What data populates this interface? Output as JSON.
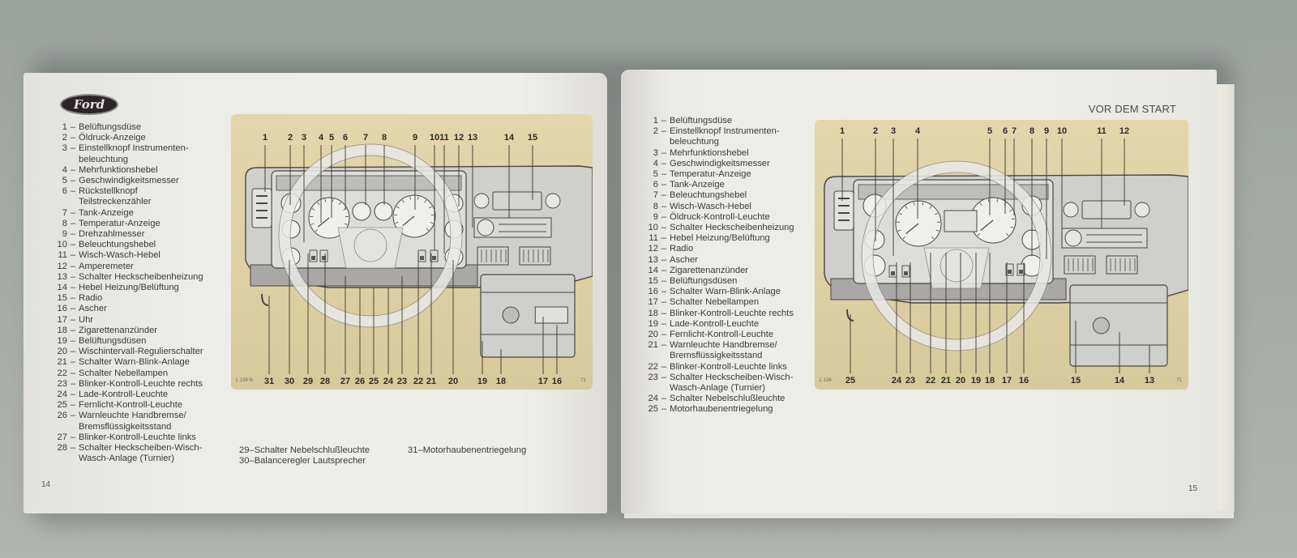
{
  "document": {
    "type": "Ford owner's manual, open spread",
    "left_page": {
      "logo_text": "Ford",
      "page_number": "14",
      "diagram_code": "L 139 N",
      "diagram_corner_mark": "71",
      "callouts_top": [
        "1",
        "2",
        "3",
        "4",
        "5",
        "6",
        "7",
        "8",
        "9",
        "10",
        "11",
        "12",
        "13",
        "14",
        "15"
      ],
      "callouts_bottom": [
        "31",
        "30",
        "29",
        "28",
        "27",
        "26",
        "25",
        "24",
        "23",
        "22",
        "21",
        "20",
        "19",
        "18",
        "17",
        "16"
      ],
      "legend": [
        {
          "num": "1",
          "text": "Belüftungsdüse"
        },
        {
          "num": "2",
          "text": "Öldruck-Anzeige"
        },
        {
          "num": "3",
          "text": "Einstellknopf Instrumenten-\nbeleuchtung"
        },
        {
          "num": "4",
          "text": "Mehrfunktionshebel"
        },
        {
          "num": "5",
          "text": "Geschwindigkeitsmesser"
        },
        {
          "num": "6",
          "text": "Rückstellknopf\nTeilstreckenzähler"
        },
        {
          "num": "7",
          "text": "Tank-Anzeige"
        },
        {
          "num": "8",
          "text": "Temperatur-Anzeige"
        },
        {
          "num": "9",
          "text": "Drehzahlmesser"
        },
        {
          "num": "10",
          "text": "Beleuchtungshebel"
        },
        {
          "num": "11",
          "text": "Wisch-Wasch-Hebel"
        },
        {
          "num": "12",
          "text": "Amperemeter"
        },
        {
          "num": "13",
          "text": "Schalter Heckscheibenheizung"
        },
        {
          "num": "14",
          "text": "Hebel Heizung/Belüftung"
        },
        {
          "num": "15",
          "text": "Radio"
        },
        {
          "num": "16",
          "text": "Ascher"
        },
        {
          "num": "17",
          "text": "Uhr"
        },
        {
          "num": "18",
          "text": "Zigarettenanzünder"
        },
        {
          "num": "19",
          "text": "Belüftungsdüsen"
        },
        {
          "num": "20",
          "text": "Wischintervall-Regulierschalter"
        },
        {
          "num": "21",
          "text": "Schalter Warn-Blink-Anlage"
        },
        {
          "num": "22",
          "text": "Schalter Nebellampen"
        },
        {
          "num": "23",
          "text": "Blinker-Kontroll-Leuchte rechts"
        },
        {
          "num": "24",
          "text": "Lade-Kontroll-Leuchte"
        },
        {
          "num": "25",
          "text": "Fernlicht-Kontroll-Leuchte"
        },
        {
          "num": "26",
          "text": "Warnleuchte Handbremse/\nBremsflüssigkeitsstand"
        },
        {
          "num": "27",
          "text": "Blinker-Kontroll-Leuchte links"
        },
        {
          "num": "28",
          "text": "Schalter Heckscheiben-Wisch-\nWasch-Anlage (Turnier)"
        }
      ],
      "legend_extra_col1": [
        {
          "num": "29",
          "text": "Schalter Nebelschlußleuchte"
        },
        {
          "num": "30",
          "text": "Balanceregler Lautsprecher"
        }
      ],
      "legend_extra_col2": [
        {
          "num": "31",
          "text": "Motorhaubenentriegelung"
        }
      ]
    },
    "right_page": {
      "section_title": "VOR DEM START",
      "page_number": "15",
      "diagram_code": "L 136",
      "diagram_corner_mark": "71",
      "callouts_top": [
        "1",
        "2",
        "3",
        "4",
        "5",
        "6",
        "7",
        "8",
        "9",
        "10",
        "11",
        "12"
      ],
      "callouts_bottom": [
        "25",
        "24",
        "23",
        "22",
        "21",
        "20",
        "19",
        "18",
        "17",
        "16",
        "15",
        "14",
        "13"
      ],
      "legend": [
        {
          "num": "1",
          "text": "Belüftungsdüse"
        },
        {
          "num": "2",
          "text": "Einstellknopf Instrumenten-\nbeleuchtung"
        },
        {
          "num": "3",
          "text": "Mehrfunktionshebel"
        },
        {
          "num": "4",
          "text": "Geschwindigkeitsmesser"
        },
        {
          "num": "5",
          "text": "Temperatur-Anzeige"
        },
        {
          "num": "6",
          "text": "Tank-Anzeige"
        },
        {
          "num": "7",
          "text": "Beleuchtungshebel"
        },
        {
          "num": "8",
          "text": "Wisch-Wasch-Hebel"
        },
        {
          "num": "9",
          "text": "Öldruck-Kontroll-Leuchte"
        },
        {
          "num": "10",
          "text": "Schalter Heckscheibenheizung"
        },
        {
          "num": "11",
          "text": "Hebel Heizung/Belüftung"
        },
        {
          "num": "12",
          "text": "Radio"
        },
        {
          "num": "13",
          "text": "Ascher"
        },
        {
          "num": "14",
          "text": "Zigarettenanzünder"
        },
        {
          "num": "15",
          "text": "Belüftungsdüsen"
        },
        {
          "num": "16",
          "text": "Schalter Warn-Blink-Anlage"
        },
        {
          "num": "17",
          "text": "Schalter Nebellampen"
        },
        {
          "num": "18",
          "text": "Blinker-Kontroll-Leuchte rechts"
        },
        {
          "num": "19",
          "text": "Lade-Kontroll-Leuchte"
        },
        {
          "num": "20",
          "text": "Fernlicht-Kontroll-Leuchte"
        },
        {
          "num": "21",
          "text": "Warnleuchte Handbremse/\nBremsflüssigkeitsstand"
        },
        {
          "num": "22",
          "text": "Blinker-Kontroll-Leuchte links"
        },
        {
          "num": "23",
          "text": "Schalter Heckscheiben-Wisch-\nWasch-Anlage (Turnier)"
        },
        {
          "num": "24",
          "text": "Schalter Nebelschlußleuchte"
        },
        {
          "num": "25",
          "text": "Motorhaubenentriegelung"
        }
      ]
    },
    "dash": "–"
  }
}
